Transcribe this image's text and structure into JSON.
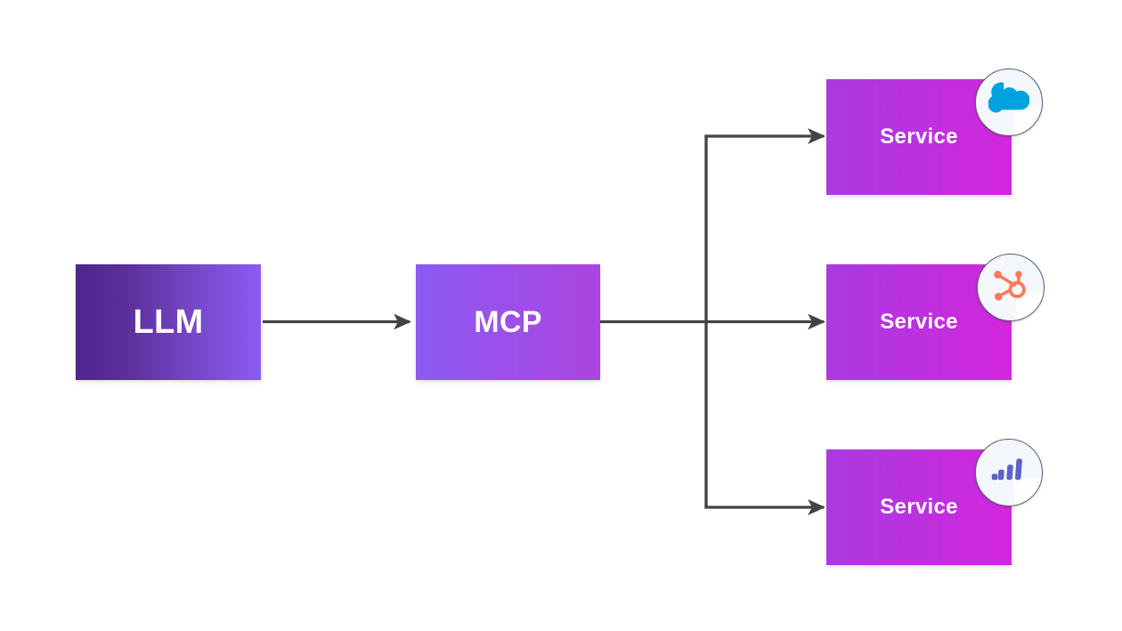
{
  "diagram": {
    "title": "LLM to MCP to Services architecture",
    "background_color": "#ffffff",
    "connector_color": "#444444"
  },
  "nodes": {
    "llm": {
      "label": "LLM",
      "gradient_from": "#4F2490",
      "gradient_to": "#8B5CF2"
    },
    "mcp": {
      "label": "MCP",
      "gradient_from": "#8B5CF2",
      "gradient_to": "#AC44DF"
    },
    "services": [
      {
        "label": "Service",
        "gradient_from": "#A93BE0",
        "gradient_to": "#D426DD",
        "badge_icon": "salesforce-cloud-icon",
        "badge_icon_color": "#00A1E0",
        "badge_background": "#F4F8FD"
      },
      {
        "label": "Service",
        "gradient_from": "#A93BE0",
        "gradient_to": "#D426DD",
        "badge_icon": "hubspot-sprocket-icon",
        "badge_icon_color": "#FF7A59",
        "badge_background": "#F4F8FD"
      },
      {
        "label": "Service",
        "gradient_from": "#A93BE0",
        "gradient_to": "#D426DD",
        "badge_icon": "bar-chart-analytics-icon",
        "badge_icon_color": "#5C63C7",
        "badge_background": "#F4F8FD"
      }
    ]
  },
  "connectors": [
    {
      "name": "llm-to-mcp",
      "from": "llm",
      "to": "mcp",
      "style": "straight-arrow"
    },
    {
      "name": "mcp-to-branch-trunk",
      "from": "mcp",
      "to": "branch",
      "style": "orthogonal"
    },
    {
      "name": "branch-to-service-1",
      "from": "branch",
      "to": "service-1",
      "style": "orthogonal-arrow"
    },
    {
      "name": "branch-to-service-2",
      "from": "branch",
      "to": "service-2",
      "style": "straight-arrow"
    },
    {
      "name": "branch-to-service-3",
      "from": "branch",
      "to": "service-3",
      "style": "orthogonal-arrow"
    }
  ]
}
